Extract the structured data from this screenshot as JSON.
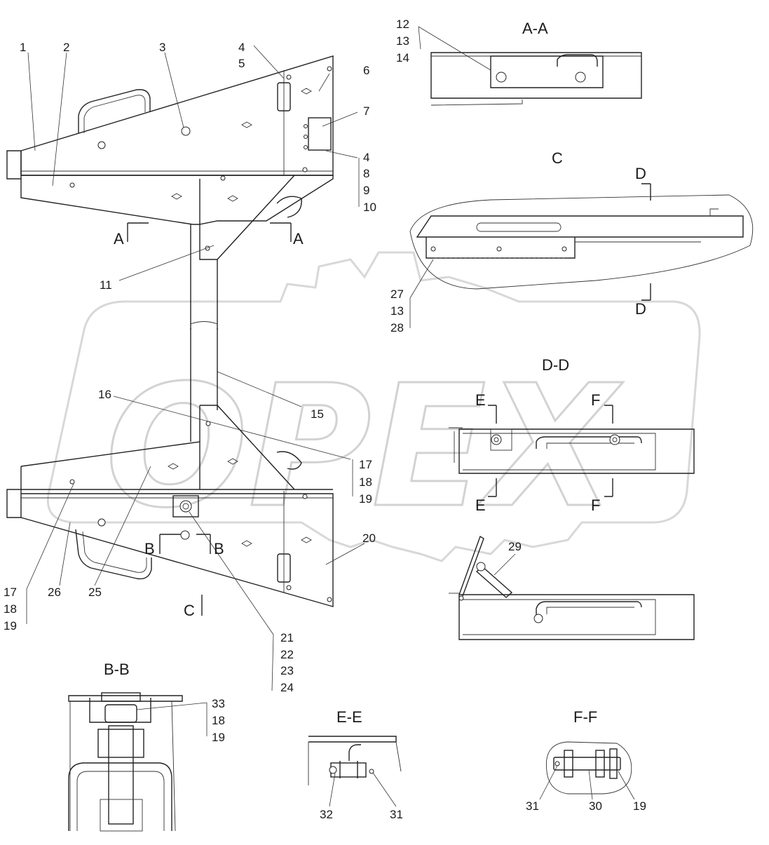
{
  "watermark": {
    "text": "OPEX"
  },
  "sections": {
    "aa": "A-A",
    "c": "C",
    "dd": "D-D",
    "bb": "B-B",
    "ee": "E-E",
    "ff": "F-F"
  },
  "markers": {
    "a_left": "A",
    "a_right": "A",
    "b_left": "B",
    "b_right": "B",
    "c_view": "C",
    "d_top": "D",
    "d_bottom": "D",
    "e_top": "E",
    "e_bottom": "E",
    "f_top": "F",
    "f_bottom": "F"
  },
  "labels": {
    "n1": "1",
    "n2": "2",
    "n3": "3",
    "n4a": "4",
    "n5": "5",
    "n6": "6",
    "n7": "7",
    "n4b": "4",
    "n8": "8",
    "n9": "9",
    "n10": "10",
    "n11": "11",
    "n12": "12",
    "n13a": "13",
    "n14": "14",
    "n27": "27",
    "n13b": "13",
    "n28": "28",
    "n15": "15",
    "n16": "16",
    "n17a": "17",
    "n18a": "18",
    "n19a": "19",
    "n20": "20",
    "n29": "29",
    "n17b": "17",
    "n18b": "18",
    "n19b": "19",
    "n26": "26",
    "n25": "25",
    "n21": "21",
    "n22": "22",
    "n23": "23",
    "n24": "24",
    "n33": "33",
    "n18c": "18",
    "n19c": "19",
    "n32": "32",
    "n31a": "31",
    "n31b": "31",
    "n30": "30",
    "n19d": "19"
  }
}
